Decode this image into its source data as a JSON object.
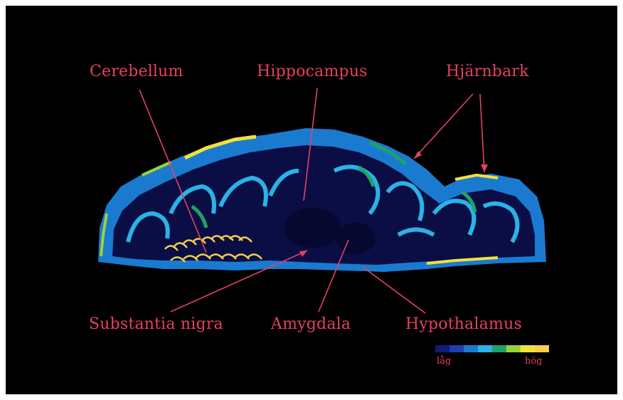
{
  "labels": {
    "cerebellum": "Cerebellum",
    "hippocampus": "Hippocampus",
    "cortex": "Hjärnbark",
    "substantia_nigra": "Substantia nigra",
    "amygdala": "Amygdala",
    "hypothalamus": "Hypothalamus"
  },
  "legend": {
    "low": "låg",
    "high": "hög",
    "colors": [
      "#141a78",
      "#1e3fb0",
      "#1a7ad0",
      "#29b3e6",
      "#1fa26a",
      "#9ad23c",
      "#f2e23a",
      "#f6cf4c"
    ]
  },
  "colors": {
    "label": "#e8405f",
    "background": "#000000",
    "tissue_dark": "#0a0e45",
    "tissue_blue": "#1e3fb0",
    "tissue_cyan": "#29b3e6",
    "tissue_green": "#1fa26a",
    "tissue_yellow": "#f2e23a"
  }
}
